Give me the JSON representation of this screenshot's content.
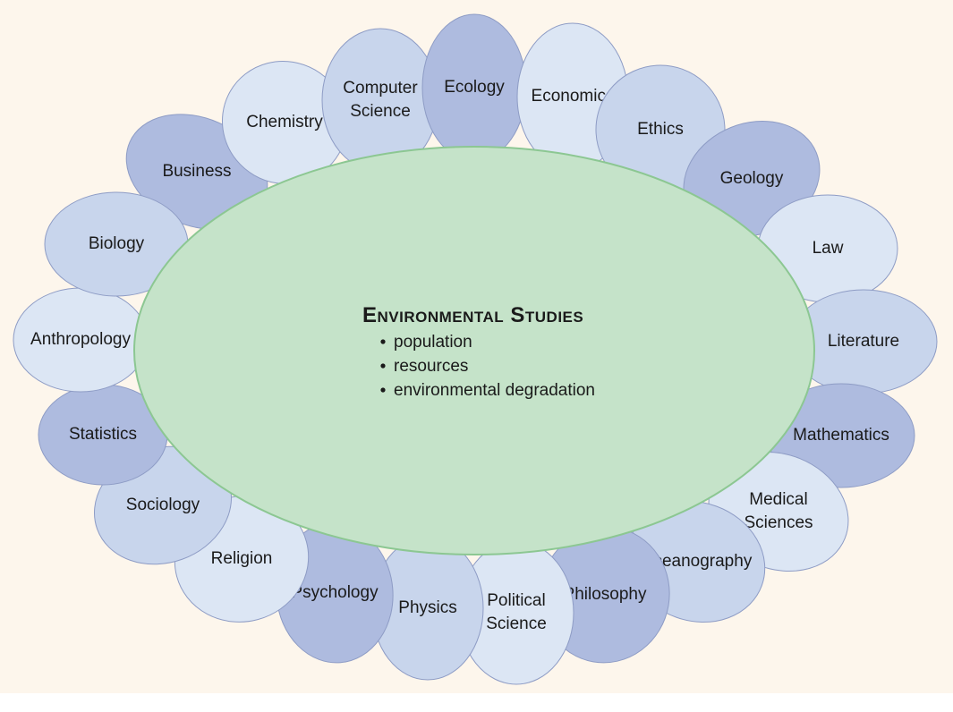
{
  "center": {
    "title": "Environmental Studies",
    "bullets": [
      "population",
      "resources",
      "environmental degradation"
    ]
  },
  "colors": {
    "background": "#fdf6ec",
    "center_fill": "#c5e3c9",
    "center_stroke": "#8cc792",
    "petal_light": "#dce6f4",
    "petal_mid": "#c8d5ec",
    "petal_dark": "#aebbdf",
    "petal_stroke": "#8e9cc5"
  },
  "petals": [
    {
      "lines": [
        "Business"
      ],
      "tone": "dark"
    },
    {
      "lines": [
        "Chemistry"
      ],
      "tone": "light"
    },
    {
      "lines": [
        "Computer",
        "Science"
      ],
      "tone": "mid"
    },
    {
      "lines": [
        "Ecology"
      ],
      "tone": "dark"
    },
    {
      "lines": [
        "Economics"
      ],
      "tone": "light"
    },
    {
      "lines": [
        "Ethics"
      ],
      "tone": "mid"
    },
    {
      "lines": [
        "Geology"
      ],
      "tone": "dark"
    },
    {
      "lines": [
        "Law"
      ],
      "tone": "light"
    },
    {
      "lines": [
        "Literature"
      ],
      "tone": "mid"
    },
    {
      "lines": [
        "Mathematics"
      ],
      "tone": "dark"
    },
    {
      "lines": [
        "Medical",
        "Sciences"
      ],
      "tone": "light"
    },
    {
      "lines": [
        "Oceanography"
      ],
      "tone": "mid"
    },
    {
      "lines": [
        "Philosophy"
      ],
      "tone": "dark"
    },
    {
      "lines": [
        "Political",
        "Science"
      ],
      "tone": "light"
    },
    {
      "lines": [
        "Physics"
      ],
      "tone": "mid"
    },
    {
      "lines": [
        "Psychology"
      ],
      "tone": "dark"
    },
    {
      "lines": [
        "Religion"
      ],
      "tone": "light"
    },
    {
      "lines": [
        "Sociology"
      ],
      "tone": "mid"
    },
    {
      "lines": [
        "Statistics"
      ],
      "tone": "dark"
    },
    {
      "lines": [
        "Anthropology"
      ],
      "tone": "light"
    },
    {
      "lines": [
        "Biology"
      ],
      "tone": "mid"
    }
  ]
}
